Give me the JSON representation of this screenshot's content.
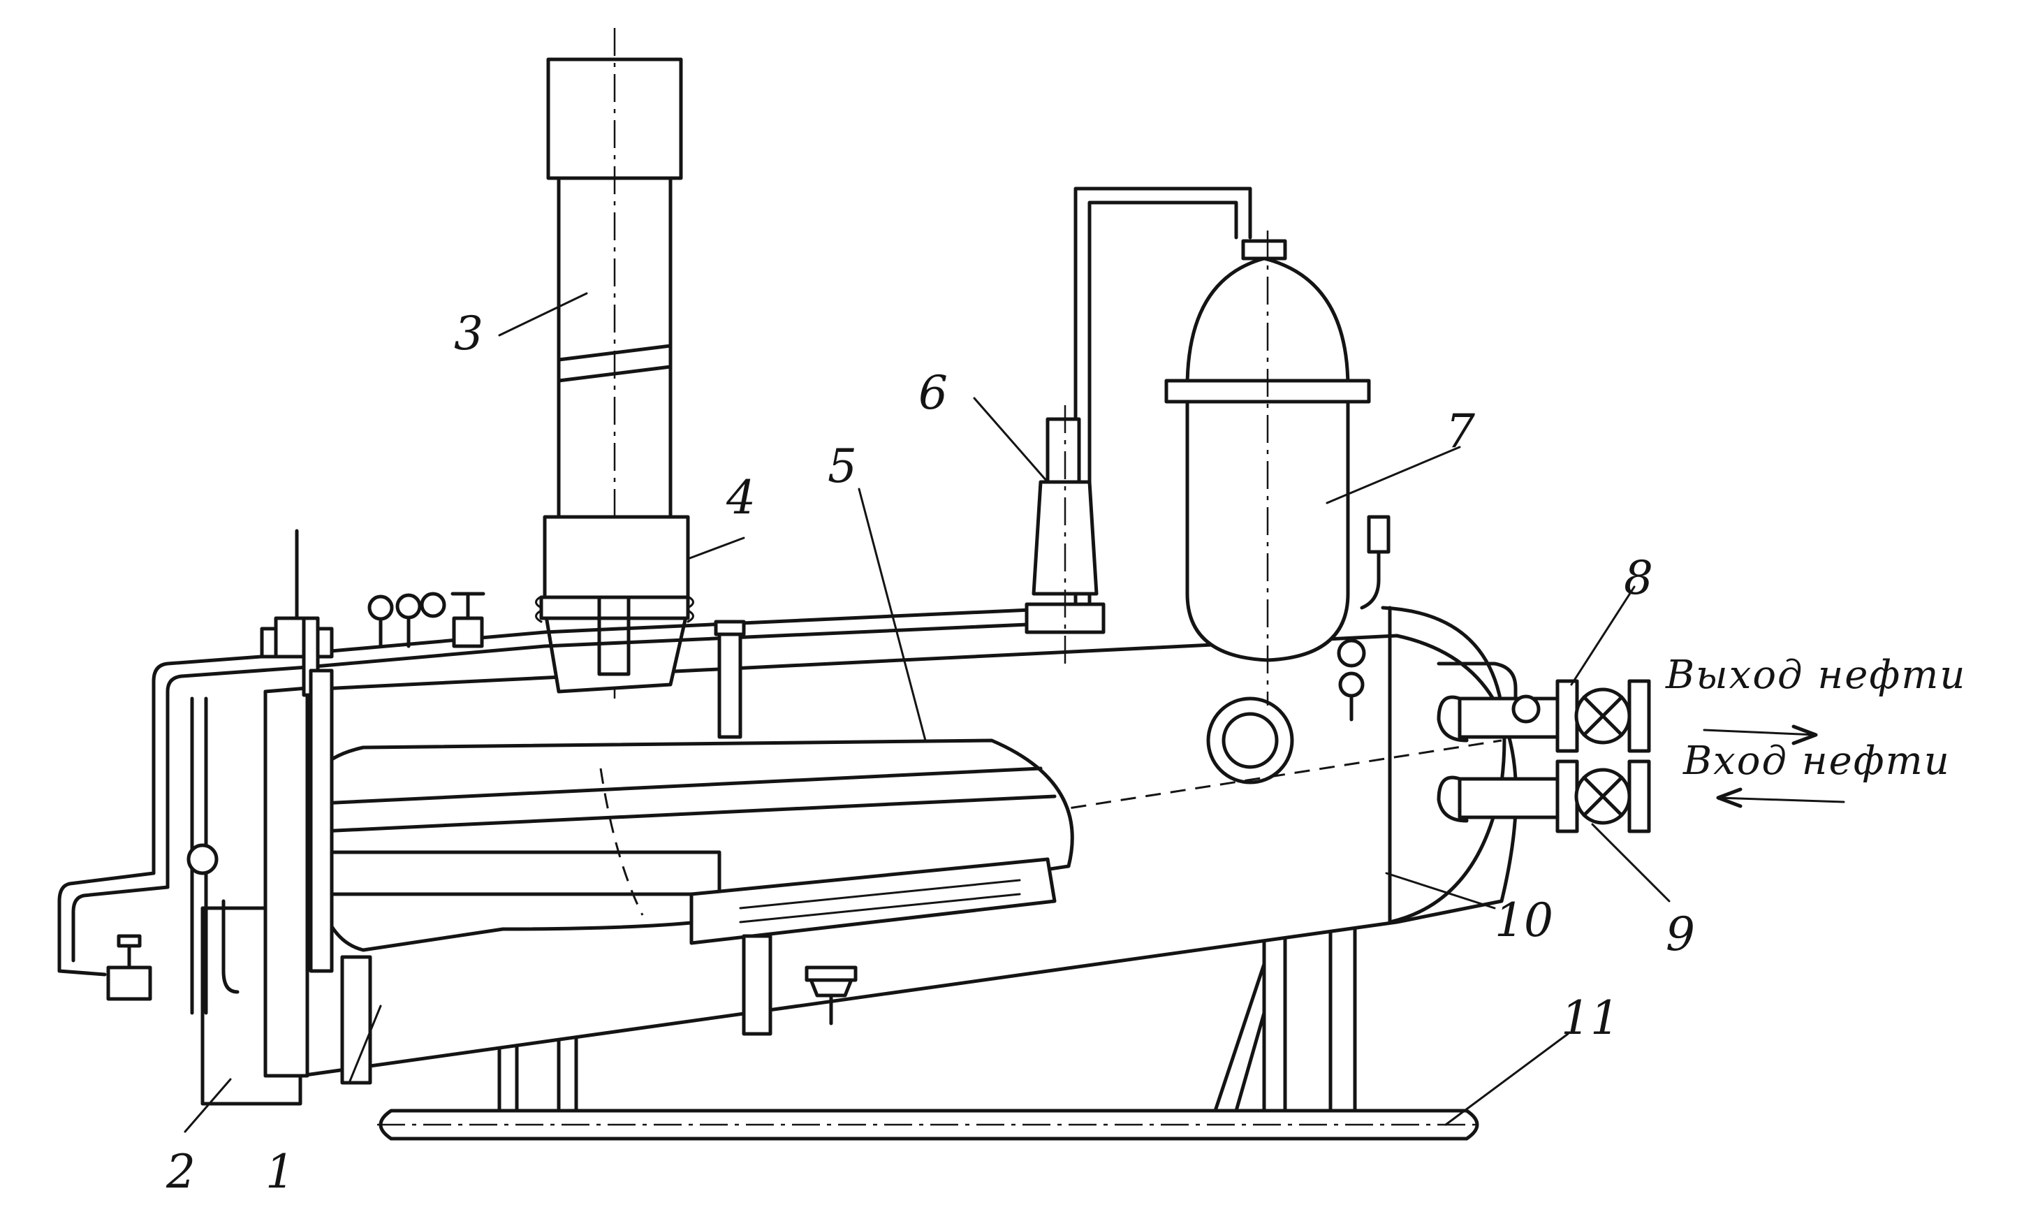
{
  "diagram": {
    "callouts": [
      {
        "id": "1",
        "text": "1"
      },
      {
        "id": "2",
        "text": "2"
      },
      {
        "id": "3",
        "text": "3"
      },
      {
        "id": "4",
        "text": "4"
      },
      {
        "id": "5",
        "text": "5"
      },
      {
        "id": "6",
        "text": "6"
      },
      {
        "id": "7",
        "text": "7"
      },
      {
        "id": "8",
        "text": "8"
      },
      {
        "id": "9",
        "text": "9"
      },
      {
        "id": "10",
        "text": "10"
      },
      {
        "id": "11",
        "text": "11"
      }
    ],
    "flows": {
      "outlet": "Выход нефти",
      "inlet": "Вход нефти"
    }
  }
}
